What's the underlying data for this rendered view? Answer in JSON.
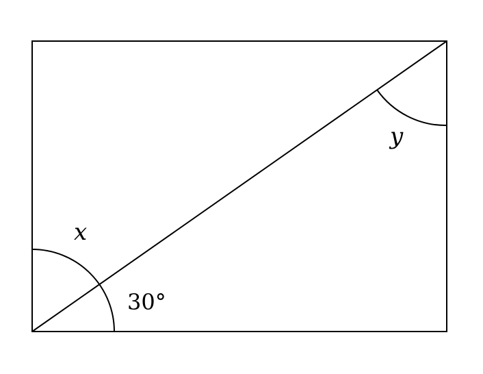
{
  "diagram": {
    "labels": {
      "angle_x": "x",
      "angle_y": "y",
      "angle_given": "30°"
    },
    "colors": {
      "stroke": "#000000",
      "background": "#ffffff"
    }
  }
}
